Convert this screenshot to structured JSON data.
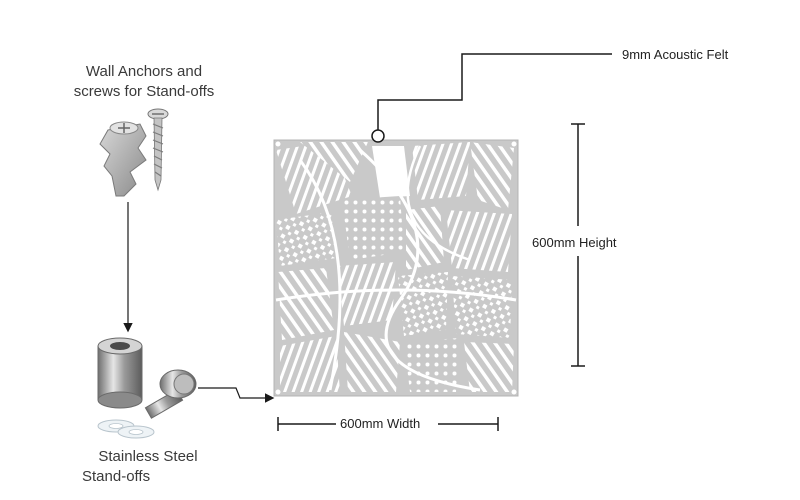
{
  "labels": {
    "anchors_line1": "Wall Anchors and",
    "anchors_line2": "screws for Stand-offs",
    "felt": "9mm Acoustic Felt",
    "height": "600mm Height",
    "width": "600mm Width",
    "standoffs_line1": "Stainless Steel",
    "standoffs_line2": "Stand-offs"
  },
  "colors": {
    "line": "#1a1a1a",
    "felt": "#c9c9c9",
    "felt_shadow": "#b4b4b4",
    "cutout": "#ffffff",
    "metal": "#a8a8a8"
  },
  "icons": [
    "wall-anchor-icon",
    "screw-icon",
    "standoff-barrel-icon",
    "standoff-cap-icon",
    "washer-icon"
  ]
}
